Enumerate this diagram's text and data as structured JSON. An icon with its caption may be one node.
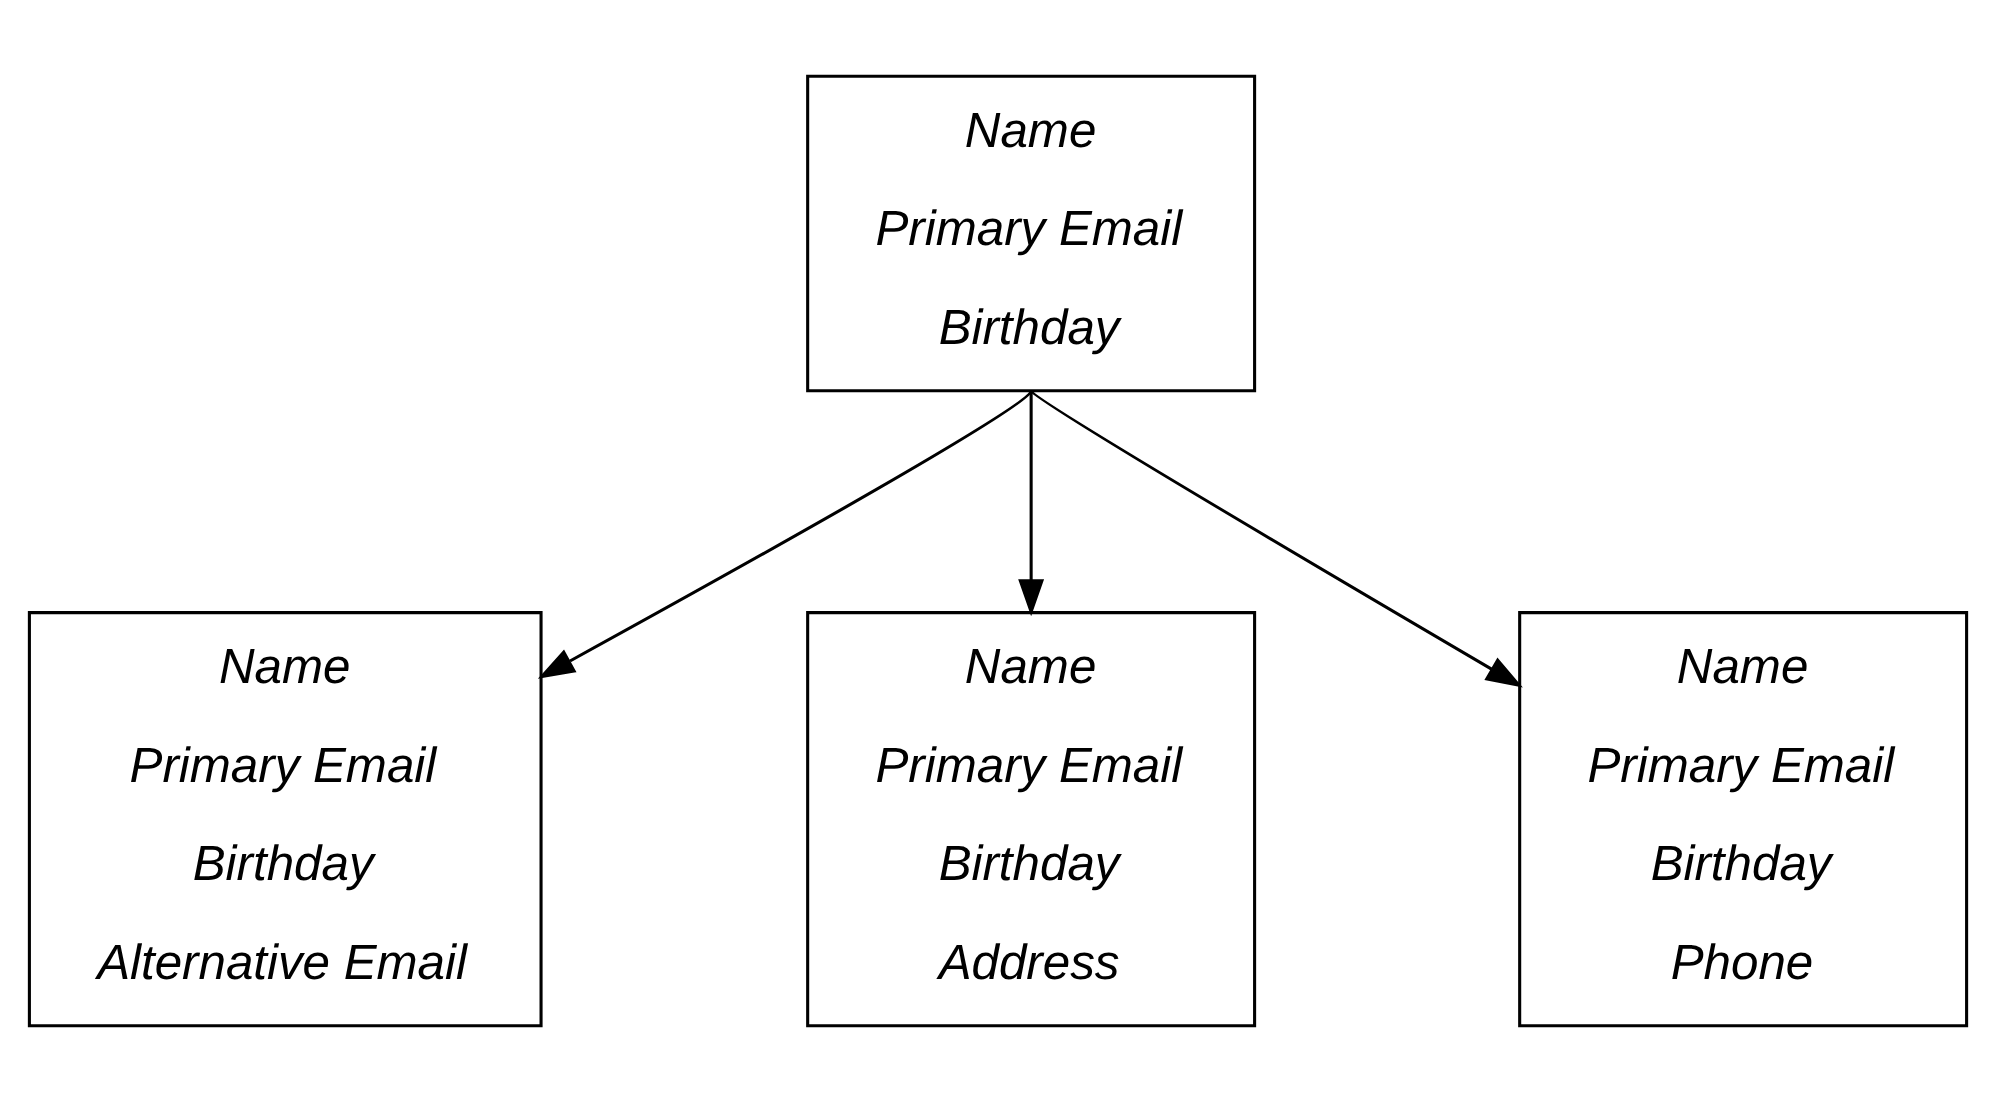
{
  "diagram": {
    "nodes": [
      {
        "text": [
          "Name",
          "Primary Email",
          "Birthday"
        ]
      },
      {
        "text": [
          "Name",
          "Primary Email",
          "Birthday",
          "Alternative Email"
        ]
      },
      {
        "text": [
          "Name",
          "Primary Email",
          "Birthday",
          "Address"
        ]
      },
      {
        "text": [
          "Name",
          "Primary Email",
          "Birthday",
          "Phone"
        ]
      }
    ],
    "edges": [
      {
        "from": 0,
        "to": 1,
        "arrow": "to"
      },
      {
        "from": 0,
        "to": 2,
        "arrow": "to"
      },
      {
        "from": 0,
        "to": 3,
        "arrow": "to"
      }
    ]
  }
}
